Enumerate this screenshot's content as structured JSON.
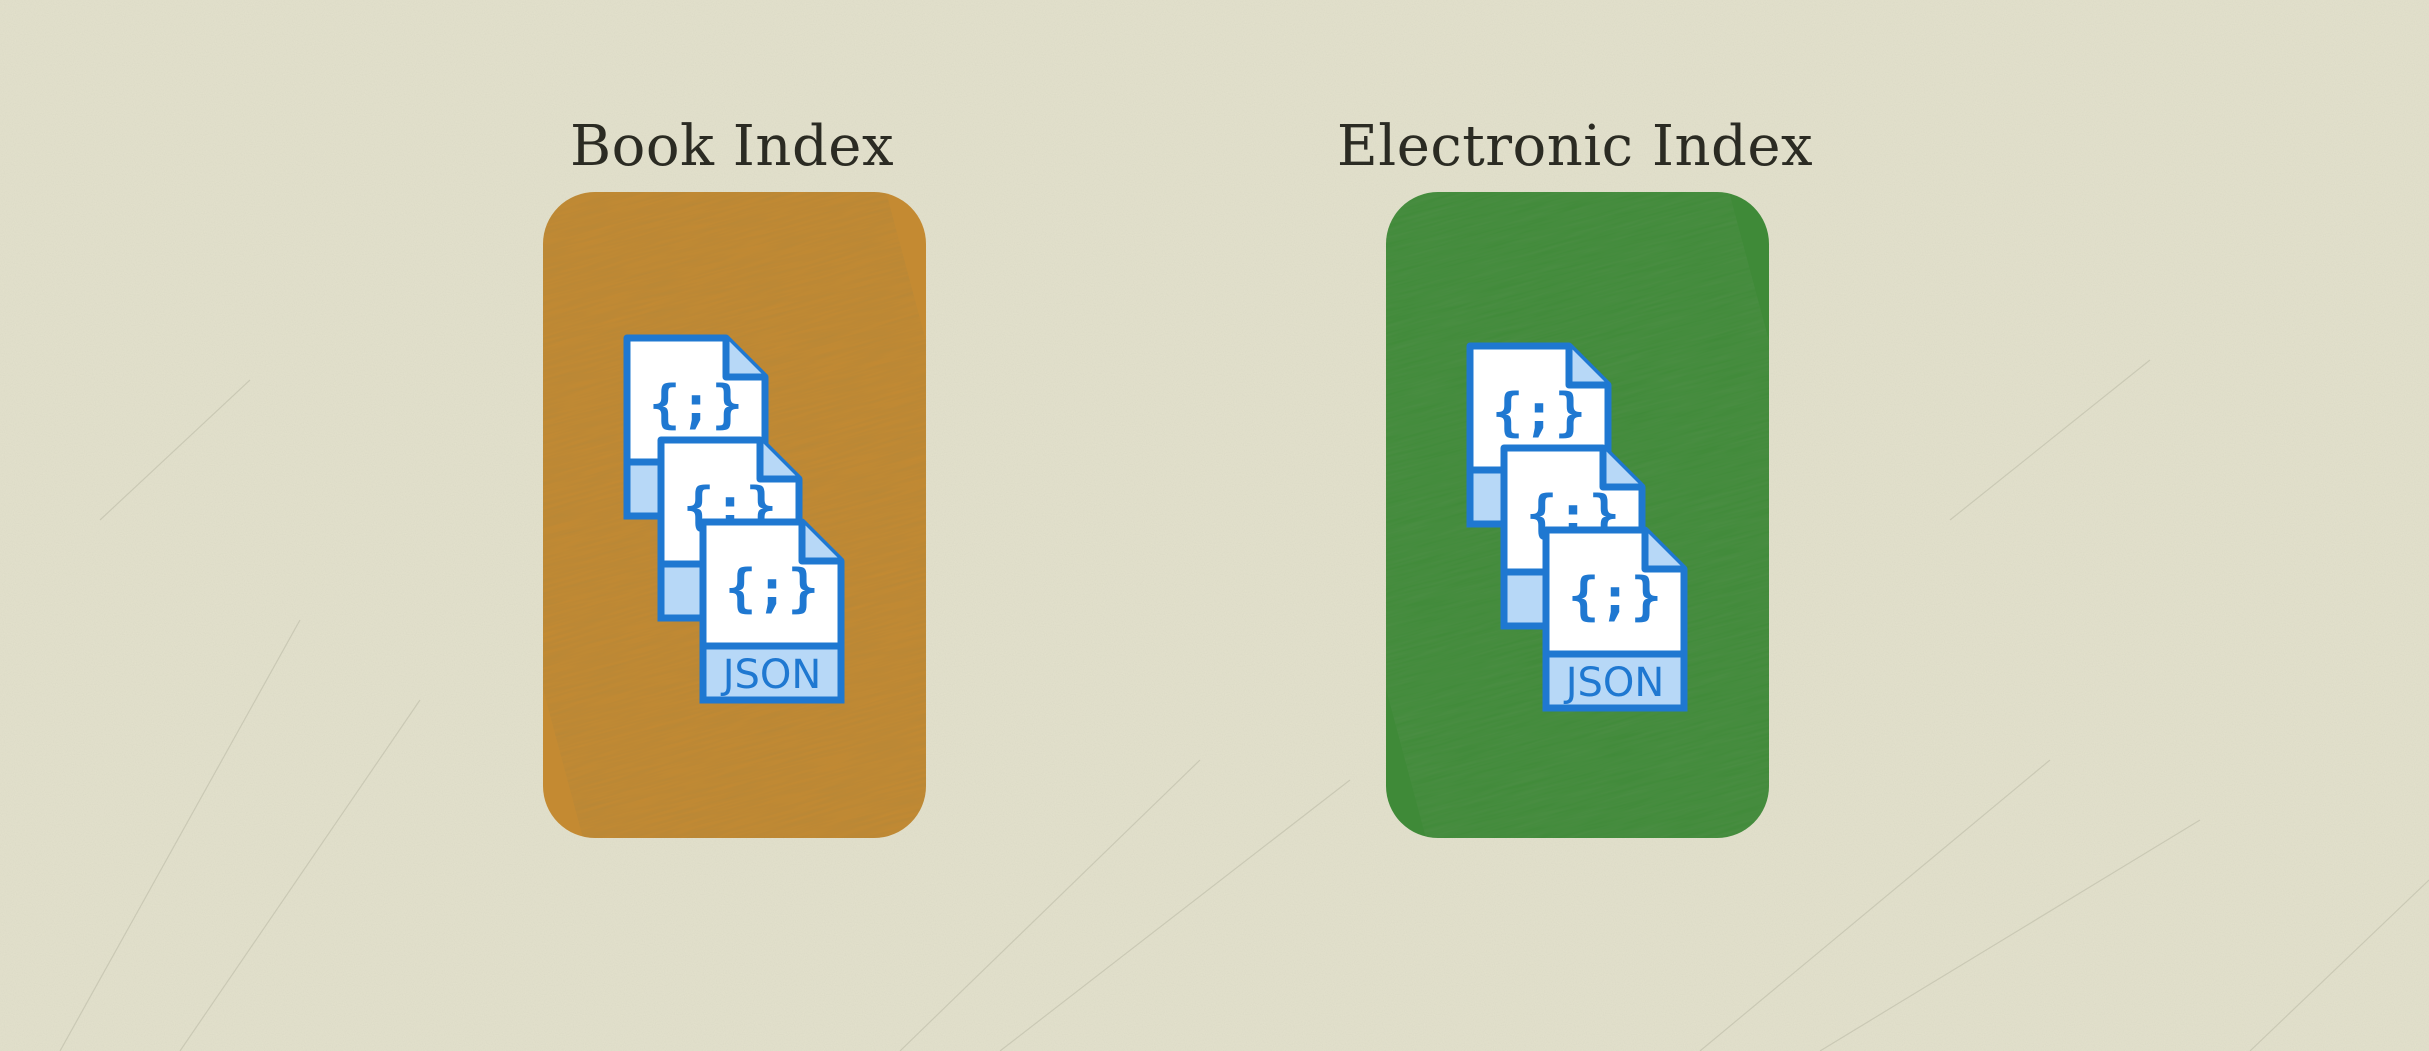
{
  "panels": [
    {
      "title": "Book Index",
      "card_color": "#c48a32",
      "icon": "json-file-stack-icon",
      "file_label": "JSON",
      "file_glyph": "{;}"
    },
    {
      "title": "Electronic Index",
      "card_color": "#3f8a38",
      "icon": "json-file-stack-icon",
      "file_label": "JSON",
      "file_glyph": "{;}"
    }
  ],
  "colors": {
    "background": "#e4e2cd",
    "title_text": "#2b2b23",
    "icon_stroke": "#1f78d1",
    "icon_fill": "#ffffff",
    "icon_band": "#b7d8f7"
  }
}
